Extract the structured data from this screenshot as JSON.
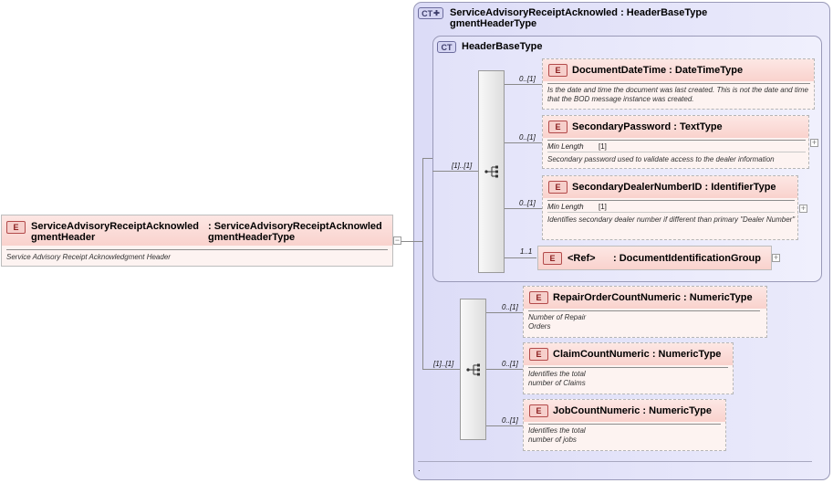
{
  "root": {
    "badge": "E",
    "name": "ServiceAdvisoryReceiptAcknowled\ngmentHeader",
    "type": ": ServiceAdvisoryReceiptAcknowled\ngmentHeaderType",
    "doc": "Service Advisory Receipt Acknowledgment Header"
  },
  "outer_type": {
    "badge": "CT",
    "title": "ServiceAdvisoryReceiptAcknowled : HeaderBaseType\ngmentHeaderType",
    "footer": "."
  },
  "inner_type": {
    "badge": "CT",
    "title": "HeaderBaseType"
  },
  "sequences": {
    "inner_cardinality": "[1]..[1]",
    "outer_cardinality": "[1]..[1]"
  },
  "inner_elements": [
    {
      "cardinality": "0..[1]",
      "badge": "E",
      "name": "DocumentDateTime",
      "type": ": DateTimeType",
      "doc": "Is the date and time the document was last created. This is not the date and time that the BOD message instance was created."
    },
    {
      "cardinality": "0..[1]",
      "badge": "E",
      "name": "SecondaryPassword",
      "type": ": TextType",
      "facet_label": "Min Length",
      "facet_value": "[1]",
      "doc": "Secondary password used to validate access to the dealer information"
    },
    {
      "cardinality": "0..[1]",
      "badge": "E",
      "name": "SecondaryDealerNumberID",
      "type": ": IdentifierType",
      "facet_label": "Min Length",
      "facet_value": "[1]",
      "doc": "Identifies secondary dealer number if different than primary \"Dealer Number\""
    },
    {
      "cardinality": "1..1",
      "badge": "E",
      "name": "<Ref>",
      "type": ": DocumentIdentificationGroup"
    }
  ],
  "outer_elements": [
    {
      "cardinality": "0..[1]",
      "badge": "E",
      "name": "RepairOrderCountNumeric",
      "type": ": NumericType",
      "doc": "Number of Repair\nOrders"
    },
    {
      "cardinality": "0..[1]",
      "badge": "E",
      "name": "ClaimCountNumeric",
      "type": ": NumericType",
      "doc": "Identifies the total\nnumber of Claims"
    },
    {
      "cardinality": "0..[1]",
      "badge": "E",
      "name": "JobCountNumeric",
      "type": ": NumericType",
      "doc": "Identifies the total\nnumber of jobs"
    }
  ],
  "colors": {
    "element_header": "#f9d2cd",
    "element_body": "#fdf3f1",
    "complex_type_fill": "#dcdcf7",
    "connector": "#8a8a8a"
  },
  "icons": [
    "sequence-icon",
    "expand-plus-icon",
    "collapse-minus-icon"
  ]
}
